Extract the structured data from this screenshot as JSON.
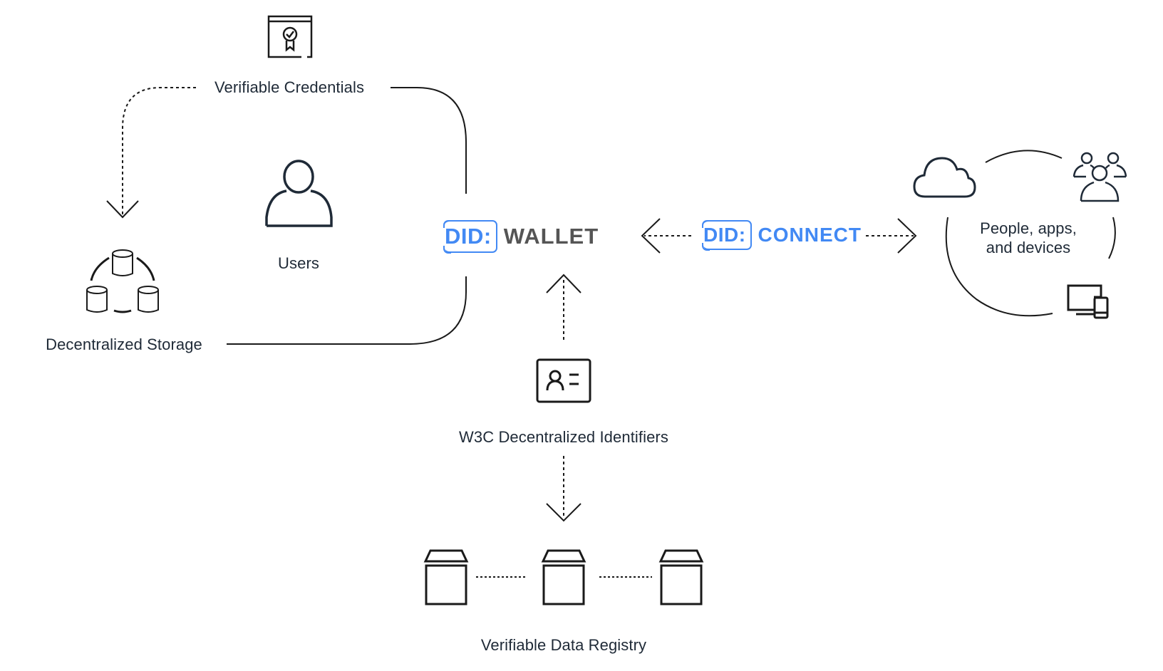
{
  "colors": {
    "ink": "#1f2a37",
    "line": "#1a1a1a",
    "did_blue": "#4289f4",
    "wallet_gray": "#555555",
    "background": "#ffffff"
  },
  "nodes": {
    "verifiable_credentials": {
      "label": "Verifiable Credentials",
      "icon": "certificate-icon"
    },
    "users": {
      "label": "Users",
      "icon": "user-icon"
    },
    "decentralized_storage": {
      "label": "Decentralized Storage",
      "icon": "database-cluster-icon"
    },
    "did_wallet": {
      "prefix": "DID:",
      "word": "WALLET"
    },
    "did_connect": {
      "prefix": "DID:",
      "word": "CONNECT"
    },
    "people_apps_devices": {
      "label": "People, apps,\nand devices",
      "icons": [
        "cloud-icon",
        "people-group-icon",
        "devices-icon"
      ]
    },
    "w3c_identifiers": {
      "label": "W3C Decentralized Identifiers",
      "icon": "id-card-icon"
    },
    "verifiable_data_registry": {
      "label": "Verifiable Data Registry",
      "icon": "registry-box-icon",
      "box_count": 3
    }
  },
  "edges": [
    {
      "from": "verifiable_credentials",
      "to": "decentralized_storage",
      "style": "dotted",
      "arrow": "end"
    },
    {
      "from": "verifiable_credentials",
      "to": "did_wallet",
      "style": "solid",
      "arrow": "none"
    },
    {
      "from": "decentralized_storage",
      "to": "did_wallet",
      "style": "solid",
      "arrow": "none"
    },
    {
      "from": "w3c_identifiers",
      "to": "did_wallet",
      "style": "dotted",
      "arrow": "end"
    },
    {
      "from": "w3c_identifiers",
      "to": "verifiable_data_registry",
      "style": "dotted",
      "arrow": "end"
    },
    {
      "from": "did_connect",
      "to": "did_wallet",
      "style": "dotted",
      "arrow": "end"
    },
    {
      "from": "did_connect",
      "to": "people_apps_devices",
      "style": "dotted",
      "arrow": "end"
    }
  ]
}
